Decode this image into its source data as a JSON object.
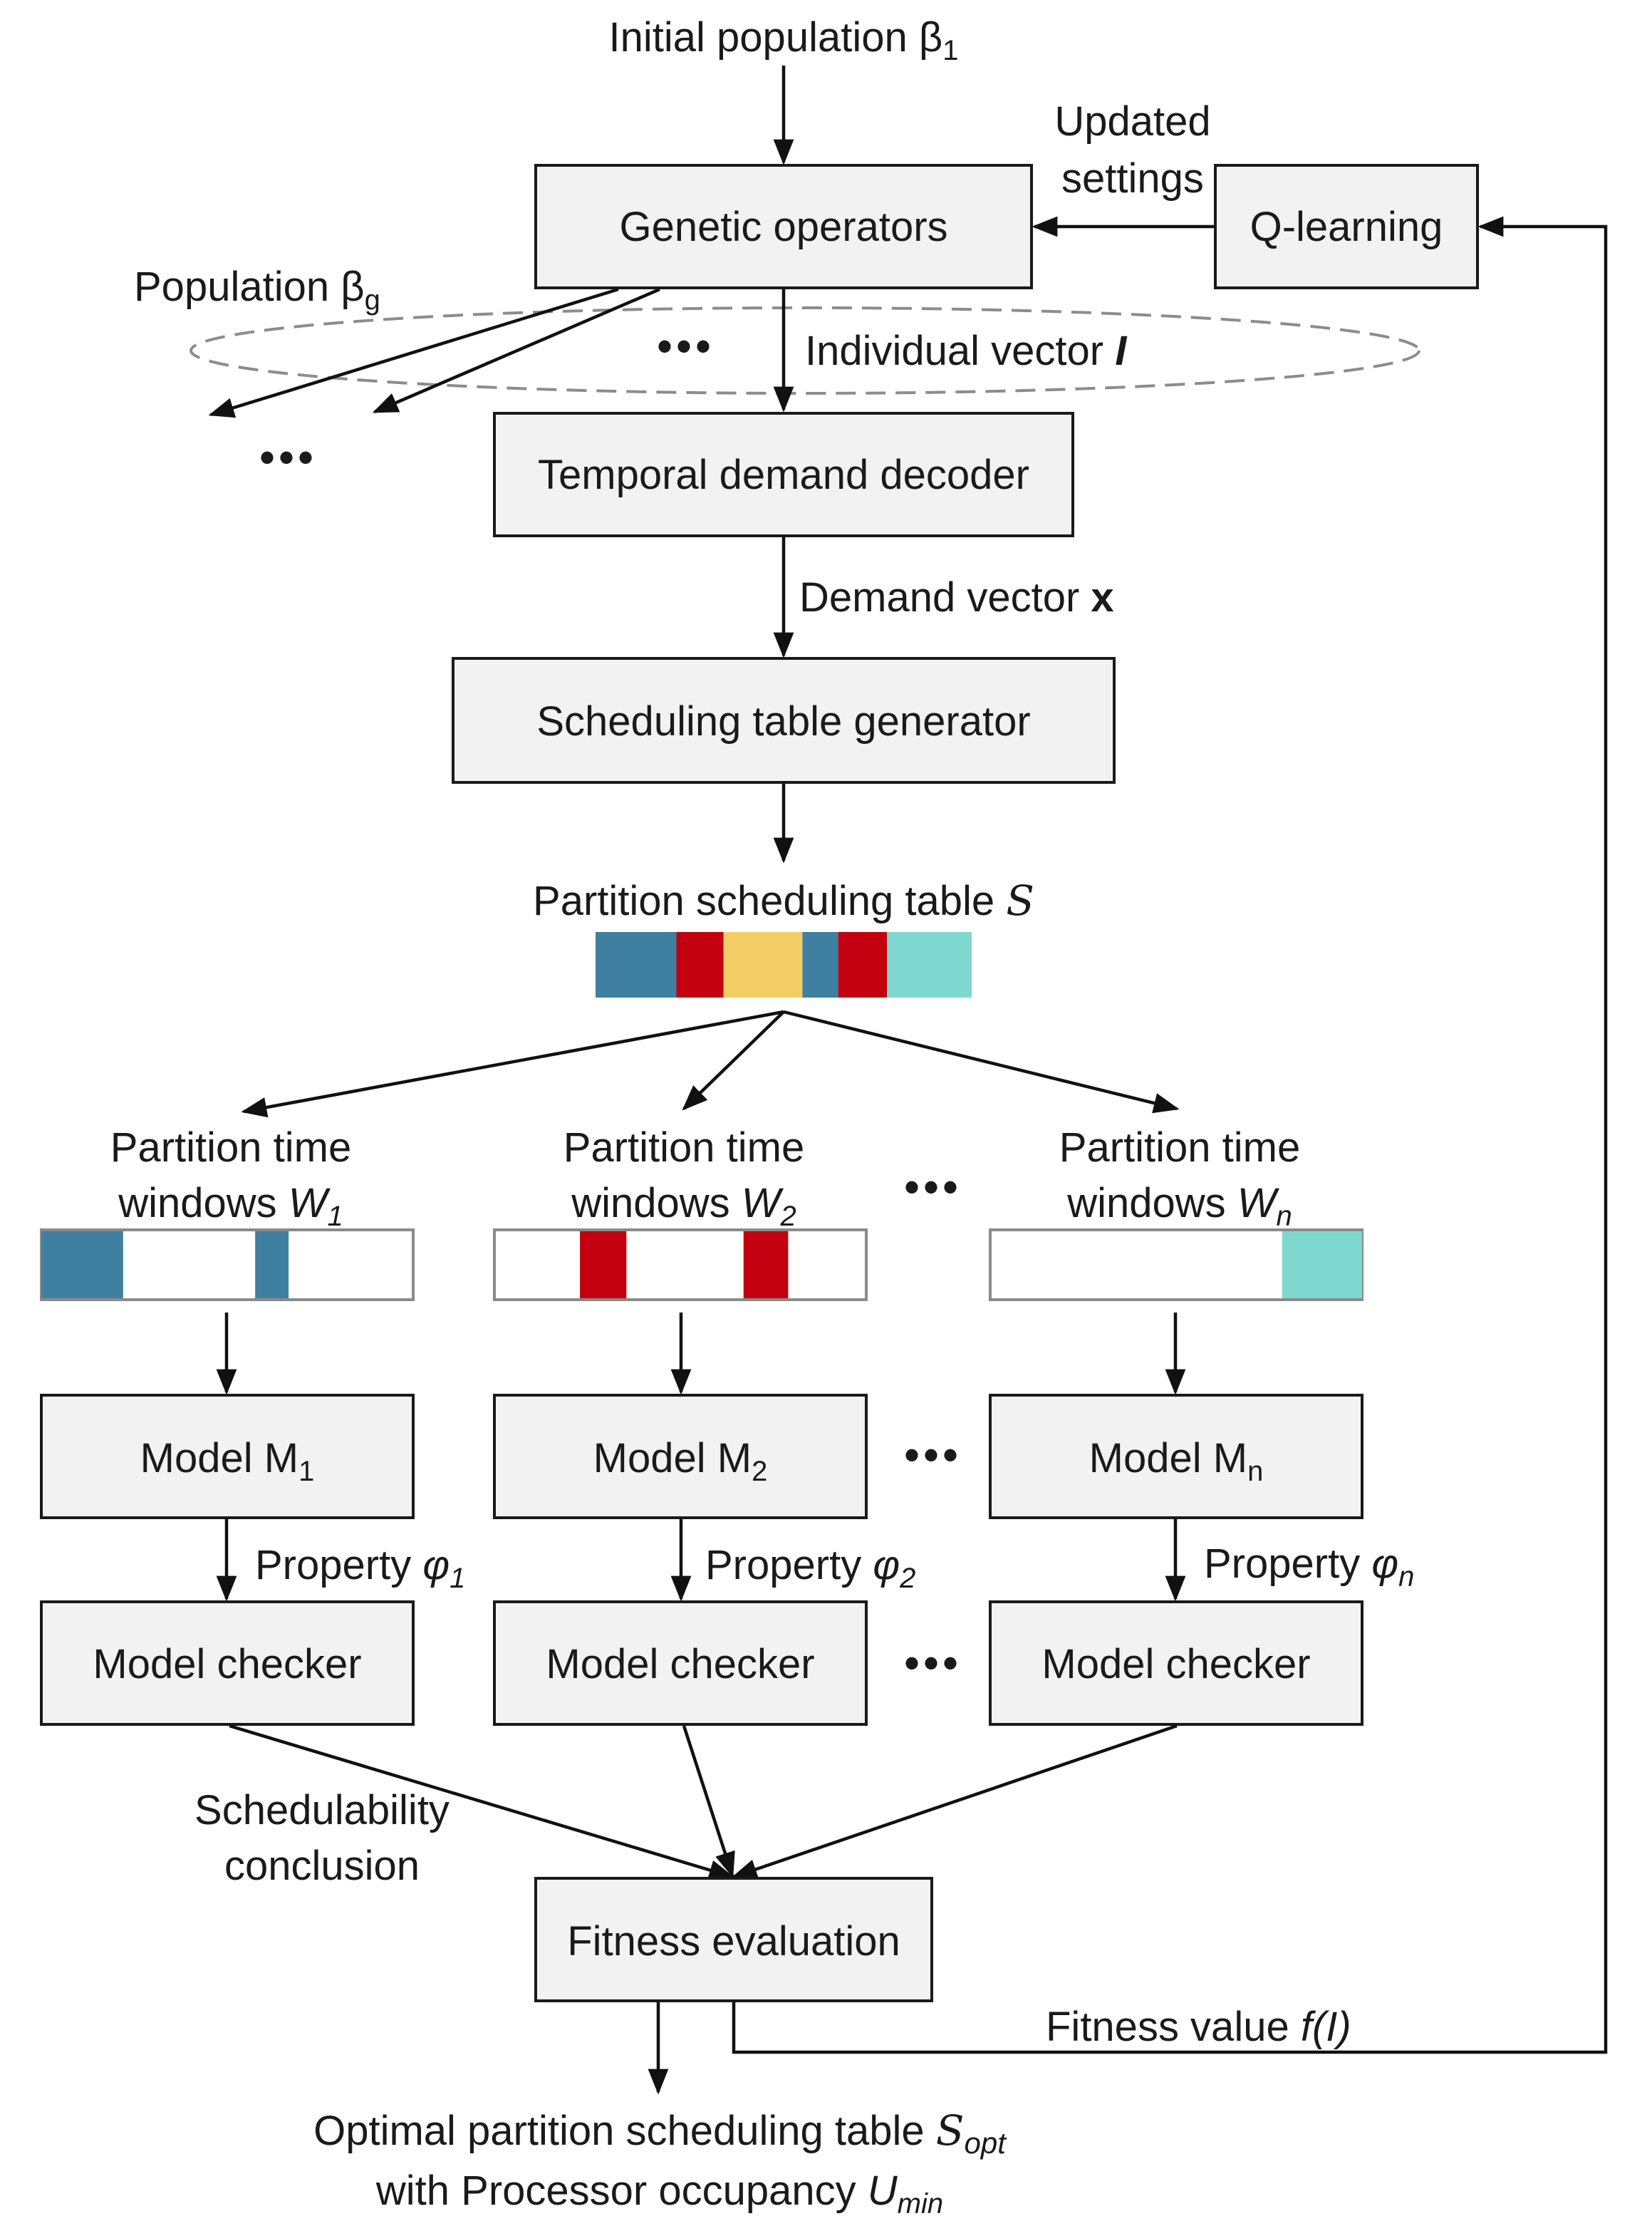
{
  "colors": {
    "blue": "#3f7f9f",
    "red": "#c2000f",
    "yellow": "#f2cd66",
    "teal": "#7fd8cf",
    "box_fill": "#f2f2f2",
    "ellipse": "#8c8c8c"
  },
  "top": {
    "initial_population": "Initial population β",
    "initial_population_sub": "1",
    "updated_settings": [
      "Updated",
      "settings"
    ],
    "population": "Population β",
    "population_sub": "g",
    "individual_vector": "Individual vector ",
    "individual_vector_var": "I",
    "dots": "•••"
  },
  "boxes": {
    "genetic_operators": "Genetic operators",
    "q_learning": "Q-learning",
    "temporal_demand_decoder": "Temporal demand decoder",
    "scheduling_table_generator": "Scheduling table generator",
    "fitness_evaluation": "Fitness evaluation"
  },
  "demand_vector": {
    "text": "Demand vector ",
    "var": "x"
  },
  "scheduling_table": {
    "label": "Partition scheduling table ",
    "var": "S",
    "segments": [
      {
        "color": "blue",
        "fraction": 0.215
      },
      {
        "color": "red",
        "fraction": 0.125
      },
      {
        "color": "yellow",
        "fraction": 0.21
      },
      {
        "color": "blue",
        "fraction": 0.095
      },
      {
        "color": "red",
        "fraction": 0.13
      },
      {
        "color": "teal",
        "fraction": 0.225
      }
    ]
  },
  "partitions": [
    {
      "title": "Partition time",
      "windows_text": "windows ",
      "windows_var": "W",
      "windows_sub": "1",
      "model": "Model M",
      "model_sub": "1",
      "property": "Property ",
      "property_var": "φ",
      "property_sub": "1",
      "checker": "Model checker",
      "segments": [
        {
          "color": "blue",
          "start": 0.0,
          "end": 0.22
        },
        {
          "color": "blue",
          "start": 0.575,
          "end": 0.665
        }
      ]
    },
    {
      "title": "Partition time",
      "windows_text": "windows ",
      "windows_var": "W",
      "windows_sub": "2",
      "model": "Model M",
      "model_sub": "2",
      "property": "Property ",
      "property_var": "φ",
      "property_sub": "2",
      "checker": "Model checker",
      "segments": [
        {
          "color": "red",
          "start": 0.23,
          "end": 0.355
        },
        {
          "color": "red",
          "start": 0.67,
          "end": 0.79
        }
      ]
    },
    {
      "title": "Partition time",
      "windows_text": "windows ",
      "windows_var": "W",
      "windows_sub": "n",
      "model": "Model M",
      "model_sub": "n",
      "property": "Property ",
      "property_var": "φ",
      "property_sub": "n",
      "checker": "Model checker",
      "segments": [
        {
          "color": "teal",
          "start": 0.785,
          "end": 1.0
        }
      ]
    }
  ],
  "schedulability": [
    "Schedulability",
    "conclusion"
  ],
  "fitness_value": {
    "text": "Fitness value ",
    "var": "f(I)"
  },
  "output": {
    "line1": "Optimal partition scheduling table ",
    "line1_var": "S",
    "line1_sub": "opt",
    "line2": "with Processor occupancy ",
    "line2_var": "U",
    "line2_sub": "min"
  }
}
